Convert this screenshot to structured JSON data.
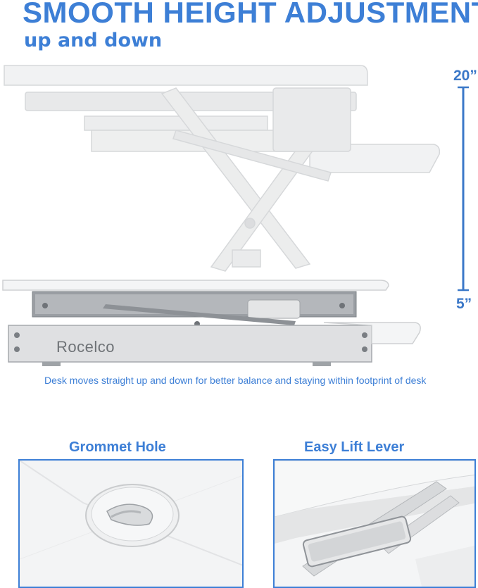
{
  "header": {
    "title": "SMOOTH HEIGHT ADJUSTMENT",
    "subtitle": "up and down"
  },
  "height_scale": {
    "max_label": "20”",
    "min_label": "5”",
    "color": "#3b78c8"
  },
  "product": {
    "brand": "Rocelco"
  },
  "description": "Desk moves straight up and down for better balance and staying within footprint of desk",
  "features": [
    {
      "title": "Grommet Hole"
    },
    {
      "title": "Easy Lift Lever"
    }
  ],
  "colors": {
    "accent": "#3d7fd6",
    "panel_border": "#3d7fd6",
    "desk_white": "#f2f3f4",
    "frame_gray": "#b9bcbf"
  }
}
